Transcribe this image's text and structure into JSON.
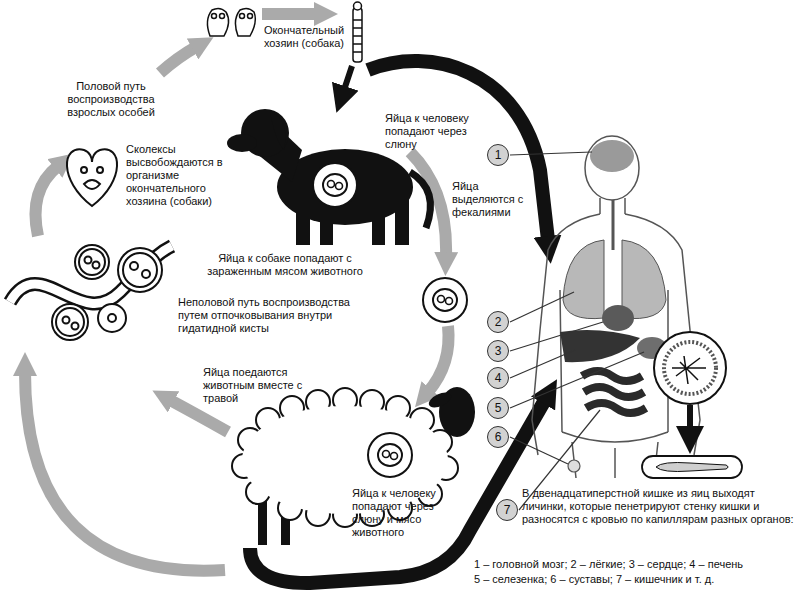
{
  "diagram": {
    "nodes": [
      {
        "text": [
          "1"
        ]
      },
      {
        "text": [
          "2"
        ]
      },
      {
        "text": [
          "3"
        ]
      },
      {
        "text": [
          "4"
        ]
      },
      {
        "text": [
          "5"
        ]
      },
      {
        "text": [
          "6"
        ]
      },
      {
        "text": [
          "7"
        ]
      }
    ],
    "labels": [
      "Половой путь воспроизводства взрослых особей",
      "Окончательный хозяин (собака)",
      "Яйца к человеку попадают через слюну",
      "Яйца выделяются с фекалиями",
      "Сколексы высвобождаются в организме окончательного хозяина (собаки)",
      "Яйца к собаке попадают с зараженным мясом животного",
      "Неполовой путь воспроизводства путем отпочковывания внутри гидатидной кисты",
      "Яйца поедаются животным вместе с травой",
      "Яйца к человеку попадают через слюну и мясо животного",
      "В двенадцатиперстной кишке из яиц выходят личинки, которые пенетрируют стенку кишки и разносятся с кровью по капиллярам разных органов:",
      "1 – головной мозг; 2 – лёгкие; 3 – сердце; 4 – печень",
      "5 – селезенка; 6 – суставы; 7 – кишечник и т. д."
    ]
  }
}
